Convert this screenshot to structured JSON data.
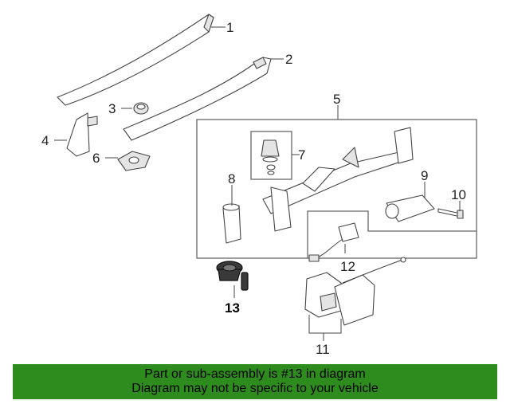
{
  "diagram": {
    "highlighted_callout": "13",
    "callouts": [
      "1",
      "2",
      "3",
      "4",
      "5",
      "6",
      "7",
      "8",
      "9",
      "10",
      "11",
      "12",
      "13"
    ]
  },
  "banner": {
    "line1": "Part or sub-assembly is #13 in diagram",
    "line2": "Diagram may not be specific to your vehicle",
    "background_color": "#2e8b1e"
  }
}
